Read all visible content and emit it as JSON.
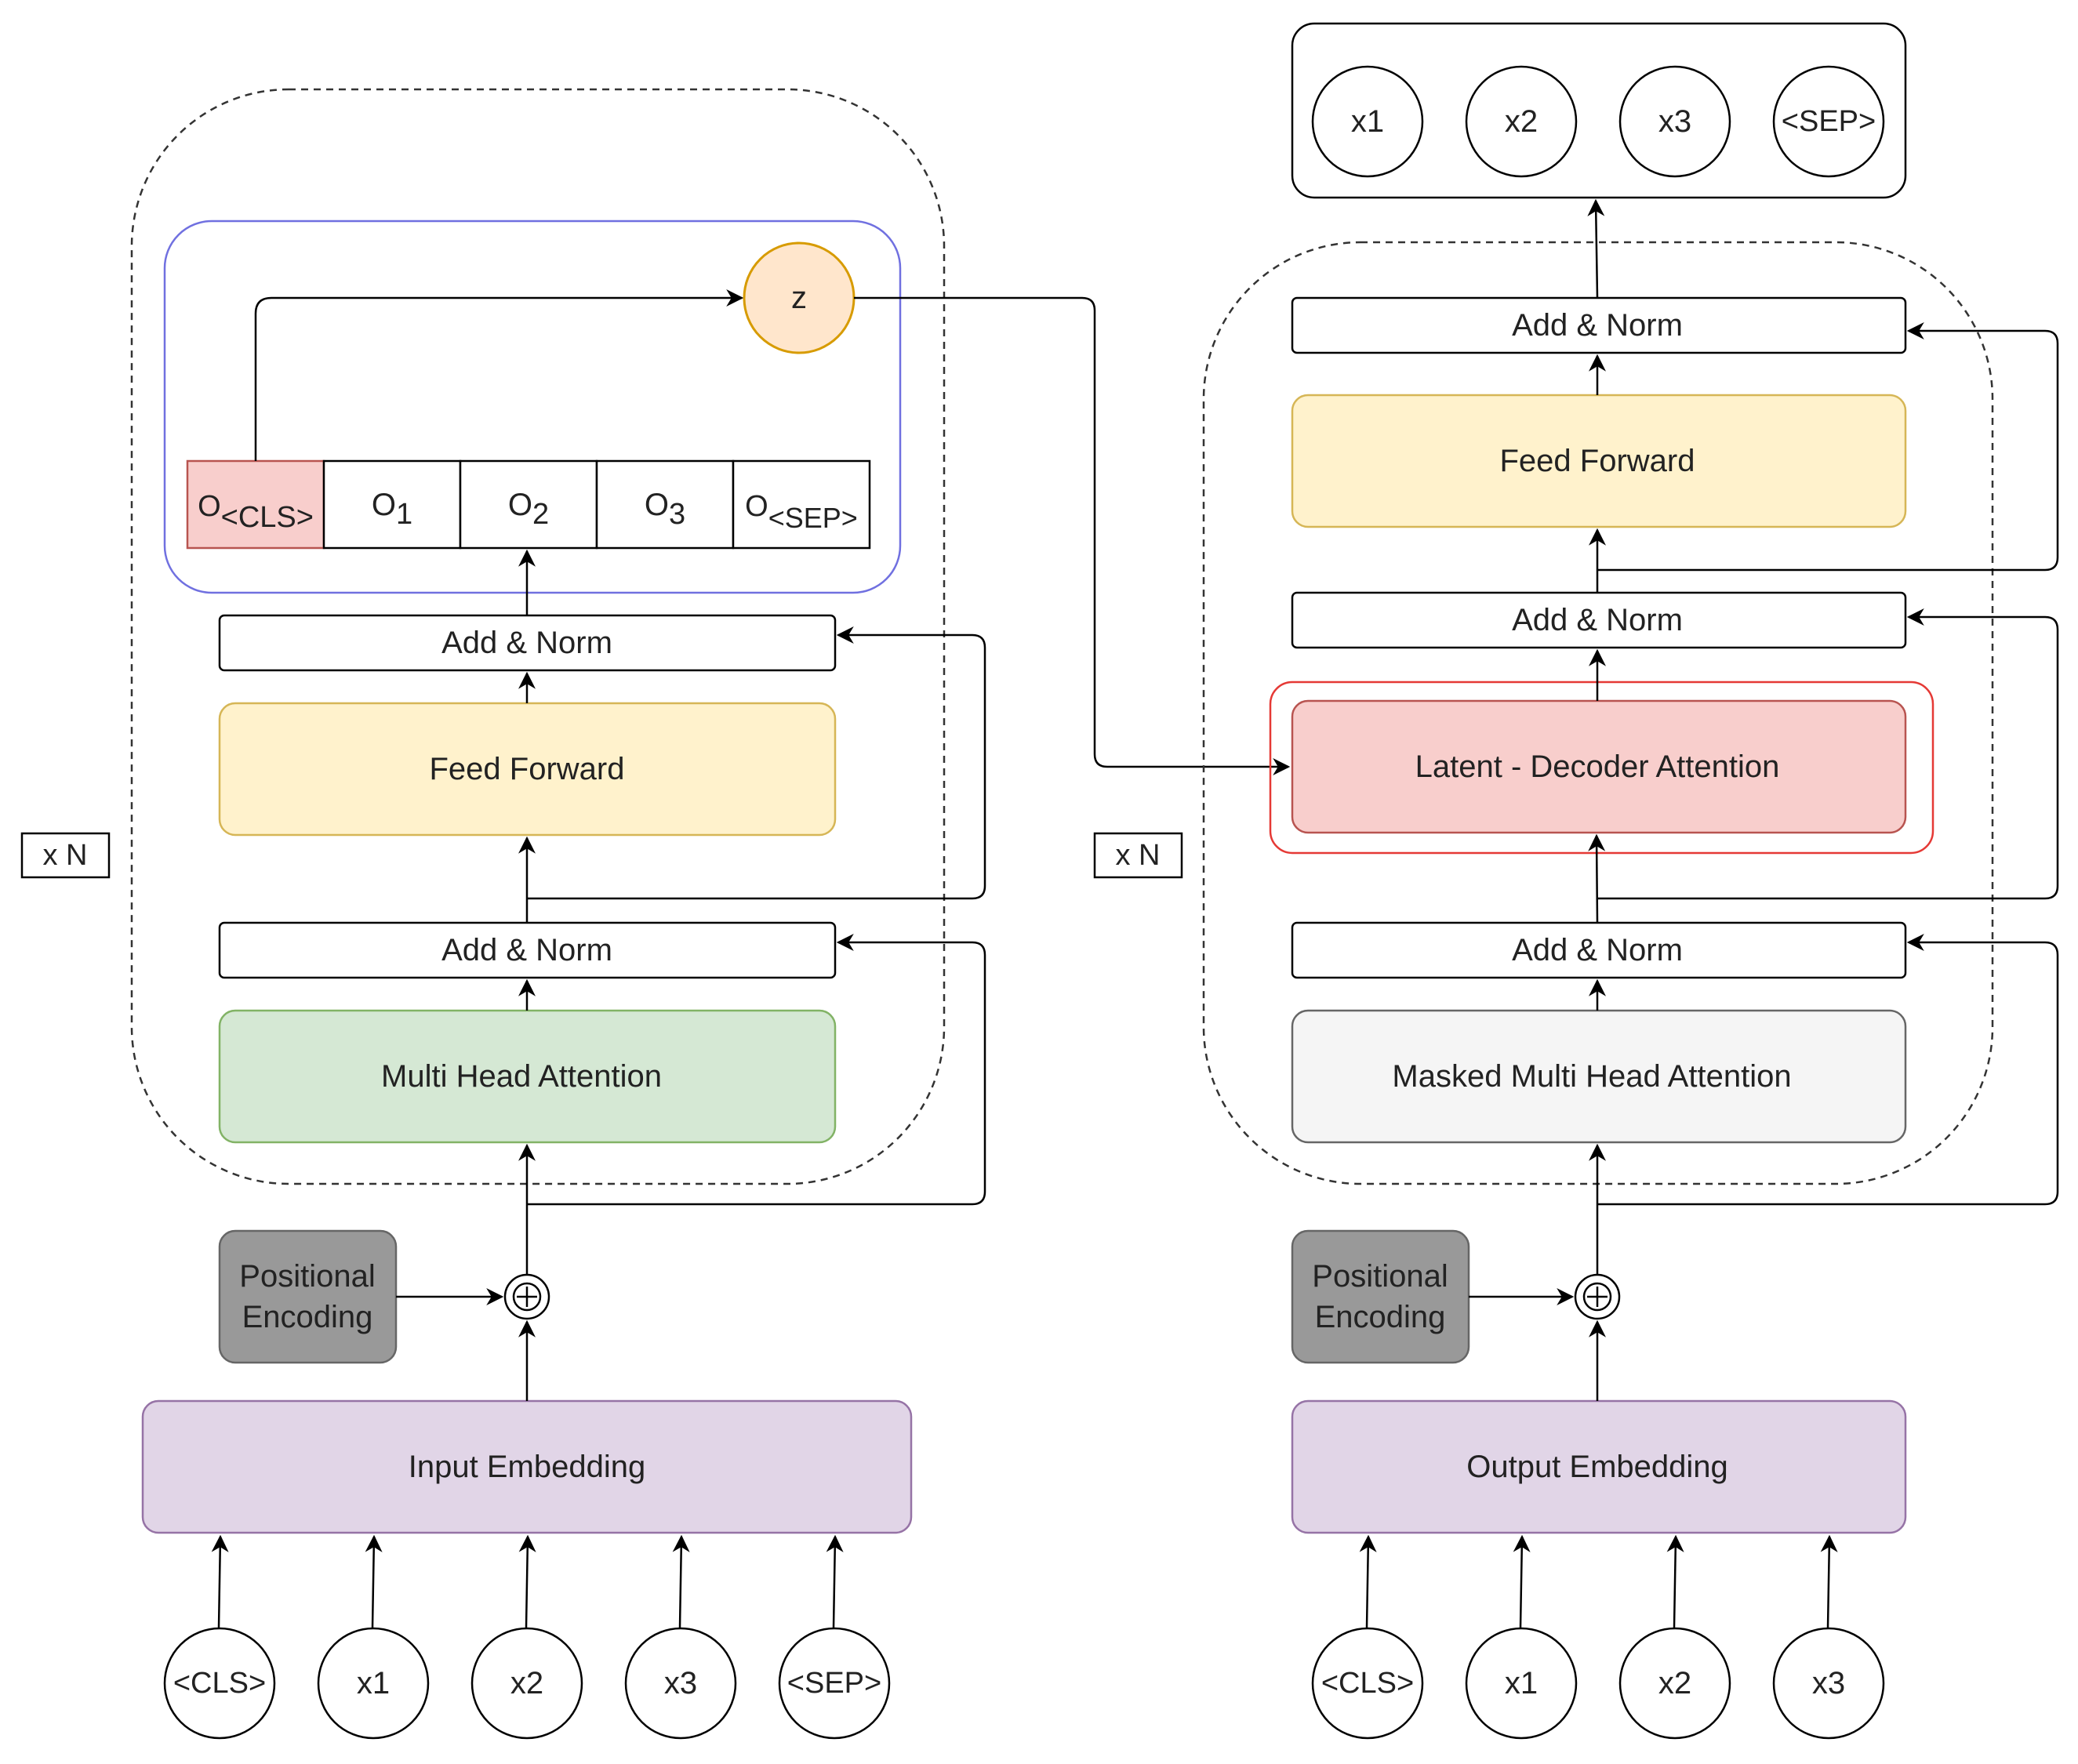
{
  "encoder": {
    "repeat_label": "x N",
    "output_tokens": [
      {
        "main": "O",
        "sub": "<CLS>"
      },
      {
        "main": "O",
        "sub": "1"
      },
      {
        "main": "O",
        "sub": "2"
      },
      {
        "main": "O",
        "sub": "3"
      },
      {
        "main": "O",
        "sub": "<SEP>"
      }
    ],
    "latent": "z",
    "add_norm_top": "Add & Norm",
    "feed_forward": "Feed Forward",
    "add_norm_bottom": "Add & Norm",
    "attention": "Multi Head Attention",
    "positional_encoding": [
      "Positional",
      "Encoding"
    ],
    "plus": "⊕",
    "embedding": "Input Embedding",
    "inputs": [
      "<CLS>",
      "x1",
      "x2",
      "x3",
      "<SEP>"
    ]
  },
  "decoder": {
    "repeat_label": "x N",
    "outputs": [
      "x1",
      "x2",
      "x3",
      "<SEP>"
    ],
    "add_norm_top": "Add & Norm",
    "feed_forward": "Feed Forward",
    "add_norm_middle": "Add & Norm",
    "latent_attention": "Latent - Decoder Attention",
    "add_norm_bottom": "Add & Norm",
    "attention": "Masked Multi Head Attention",
    "positional_encoding": [
      "Positional",
      "Encoding"
    ],
    "plus": "⊕",
    "embedding": "Output Embedding",
    "inputs": [
      "<CLS>",
      "x1",
      "x2",
      "x3"
    ]
  },
  "colors": {
    "feed_forward_fill": "#fff2cc",
    "feed_forward_stroke": "#d6b656",
    "attention_fill": "#d5e8d4",
    "attention_stroke": "#82b366",
    "masked_fill": "#f5f5f5",
    "masked_stroke": "#666666",
    "latent_fill": "#f8cecc",
    "latent_stroke": "#b85450",
    "latent_outline": "#e53935",
    "embedding_fill": "#e1d5e7",
    "embedding_stroke": "#9673a6",
    "positional_fill": "#999999",
    "positional_stroke": "#666666",
    "z_fill": "#ffe6cc",
    "z_stroke": "#d79b00",
    "cls_cell_fill": "#f8cecc",
    "cls_cell_stroke": "#b85450",
    "encoder_outline": "#7070e0"
  }
}
